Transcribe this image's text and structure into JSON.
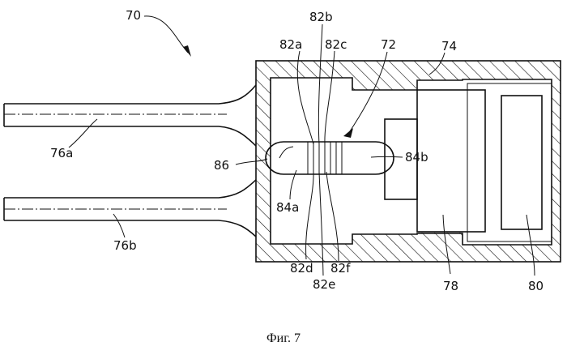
{
  "labels": {
    "l70": "70",
    "l72": "72",
    "l74": "74",
    "l76a": "76a",
    "l76b": "76b",
    "l78": "78",
    "l80": "80",
    "l82a": "82a",
    "l82b": "82b",
    "l82c": "82c",
    "l82d": "82d",
    "l82e": "82e",
    "l82f": "82f",
    "l84a": "84a",
    "l84b": "84b",
    "l86": "86"
  },
  "caption": "Фиг. 7"
}
